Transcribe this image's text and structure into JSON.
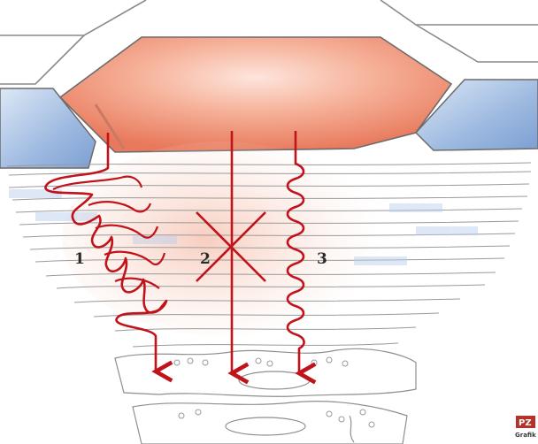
{
  "routes": {
    "route_1": {
      "label": "1"
    },
    "route_2": {
      "label": "2"
    },
    "route_3": {
      "label": "3"
    }
  },
  "logo": {
    "mark": "PZ",
    "caption": "Grafik"
  },
  "colors": {
    "route_line": "#c0131a",
    "corneocyte": "#ef9c80",
    "lipid_blue": "#8fb0dc",
    "outline": "#6b6b6b"
  }
}
